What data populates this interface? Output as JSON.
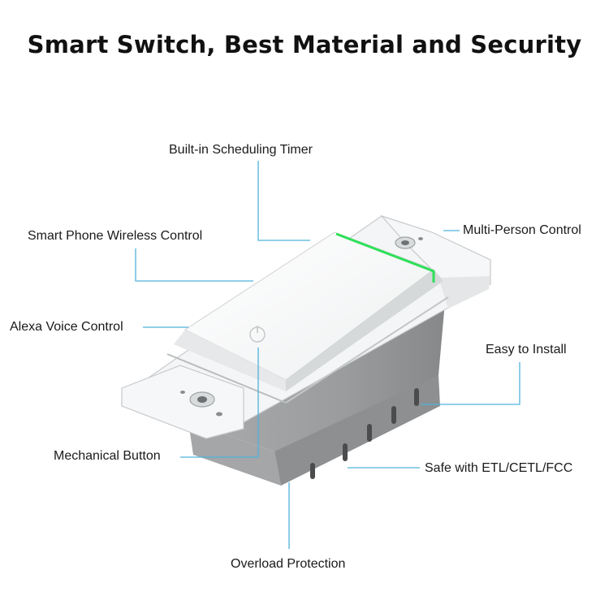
{
  "title": "Smart Switch, Best Material and Security",
  "labels": {
    "timer": "Built-in Scheduling Timer",
    "phone": "Smart Phone Wireless Control",
    "multi": "Multi-Person Control",
    "alexa": "Alexa Voice Control",
    "install": "Easy to Install",
    "mechanical": "Mechanical Button",
    "safe": "Safe with ETL/CETL/FCC",
    "overload": "Overload Protection"
  },
  "colors": {
    "callout_line": "#4fb3dc",
    "indicator_green": "#2ee05a",
    "body_gray": "#9a9c9e",
    "plate_white": "#f4f5f6"
  },
  "icons": [
    "power-icon",
    "screw-hole-icon"
  ]
}
